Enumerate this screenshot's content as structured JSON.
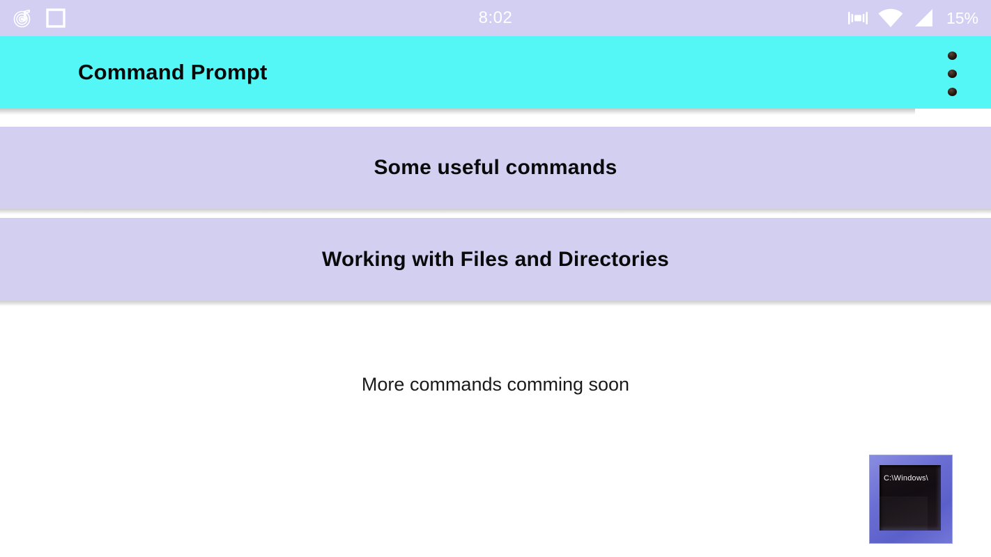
{
  "status_bar": {
    "background_color": "#d2cff2",
    "clock": "8:02",
    "battery_percent": "15%",
    "left_icons": [
      {
        "name": "music-player-icon",
        "label": "music-player"
      },
      {
        "name": "app-square-icon",
        "label": "square-app"
      }
    ],
    "right_icons": [
      {
        "name": "vibrate-icon",
        "label": "vibrate"
      },
      {
        "name": "wifi-icon",
        "label": "wifi"
      },
      {
        "name": "signal-icon",
        "label": "cellular-signal"
      }
    ]
  },
  "app_bar": {
    "title": "Command Prompt",
    "background_color": "#54f6f6",
    "title_color": "#0a0a0a",
    "overflow_menu_label": "More options"
  },
  "content": {
    "background_color": "#ffffff",
    "card_color": "#d2cff1",
    "cards": [
      {
        "label": "Some useful commands"
      },
      {
        "label": "Working with Files and Directories"
      }
    ],
    "footer_note": "More commands comming soon"
  },
  "thumbnail": {
    "name": "command-prompt-icon",
    "path_text": "C:\\Windows\\",
    "frame_color": "#6c70d4"
  }
}
